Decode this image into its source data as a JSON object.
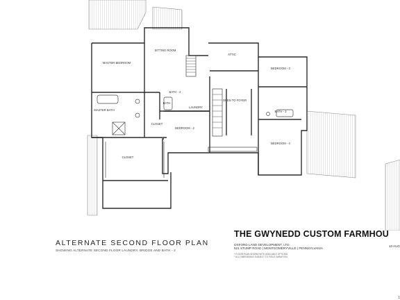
{
  "plan": {
    "title": "ALTERNATE SECOND FLOOR PLAN",
    "subtitle": "SHOWING ALTERNATE SECOND FLOOR LAUNDRY, BRIDGE AND BATH - 2"
  },
  "project": {
    "title": "THE GWYNEDD CUSTOM FARMHOU",
    "company": "OXFORD LAND DEVELOPMENT, LTD.",
    "address": "521 STUMP ROAD | MONTGOMERYVILLE | PENNSYLVANIA",
    "date": "10 AUG",
    "note_1": "* FLOOR PLAN SHOWN WITH AVAILABLE OPTIONS",
    "note_2": "* ALL DIMENSIONS SUBJECT TO FIELD VARIATION"
  },
  "rooms": {
    "master_bedroom": "MASTER BEDROOM",
    "sitting_room": "SITTING ROOM",
    "master_bath": "MASTER BATH",
    "closet": "CLOSET",
    "bedroom_2": "BEDROOM - 2",
    "bedroom_3": "BEDROOM - 3",
    "bedroom_4": "BEDROOM - 4",
    "open_to_foyer": "OPEN TO FOYER",
    "bath": "BATH",
    "laundry": "LAUNDRY",
    "bath_2": "BATH - 2",
    "bath_3": "BATH - 3",
    "attic": "ATTIC",
    "closet_2": "CLOSET"
  },
  "corner_mark": "1"
}
